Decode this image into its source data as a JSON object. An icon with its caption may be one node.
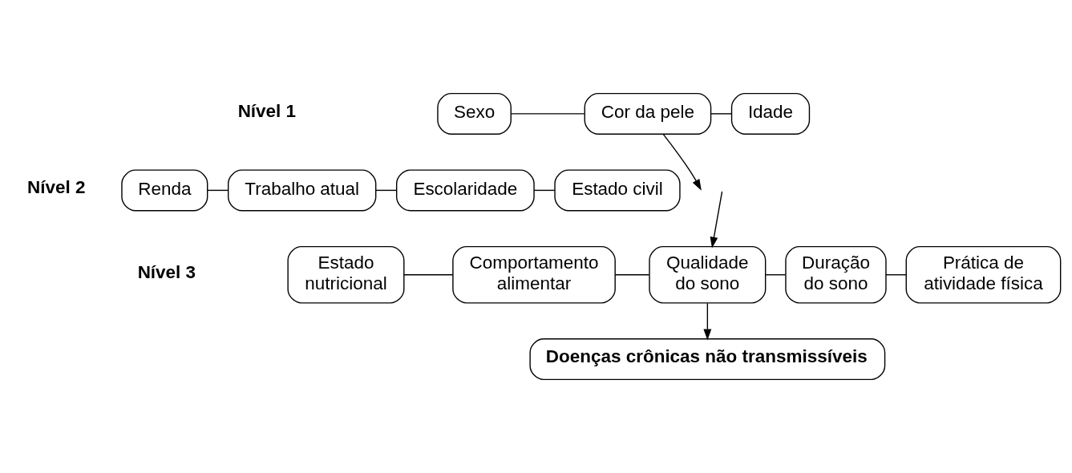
{
  "diagram": {
    "nodes": [
      {
        "text": [
          "Sexo"
        ]
      },
      {
        "text": [
          "Cor da pele"
        ]
      },
      {
        "text": [
          "Idade"
        ]
      },
      {
        "text": [
          "Renda"
        ]
      },
      {
        "text": [
          "Trabalho atual"
        ]
      },
      {
        "text": [
          "Escolaridade"
        ]
      },
      {
        "text": [
          "Estado civil"
        ]
      },
      {
        "text": [
          "Estado nutricional"
        ]
      },
      {
        "text": [
          "Comportamento alimentar"
        ]
      },
      {
        "text": [
          "Qualidade do sono"
        ]
      },
      {
        "text": [
          "Duração do sono"
        ]
      },
      {
        "text": [
          "Prática de atividade física"
        ]
      },
      {
        "text": [
          "Doenças crônicas não transmissíveis"
        ]
      }
    ],
    "edges": [
      {
        "from": 0,
        "to": 1,
        "arrow": "none"
      },
      {
        "from": 1,
        "to": 2,
        "arrow": "none"
      },
      {
        "from": 1,
        "to": null,
        "arrow": "to"
      },
      {
        "from": 3,
        "to": 4,
        "arrow": "none"
      },
      {
        "from": 4,
        "to": 5,
        "arrow": "none"
      },
      {
        "from": 5,
        "to": 6,
        "arrow": "none"
      },
      {
        "from": null,
        "to": 9,
        "arrow": "to"
      },
      {
        "from": 7,
        "to": 8,
        "arrow": "none"
      },
      {
        "from": 8,
        "to": 9,
        "arrow": "none"
      },
      {
        "from": 9,
        "to": 10,
        "arrow": "none"
      },
      {
        "from": 10,
        "to": 11,
        "arrow": "none"
      },
      {
        "from": 9,
        "to": 12,
        "arrow": "to"
      }
    ],
    "labels": [
      "Nível 1",
      "Nível 2",
      "Nível 3"
    ]
  }
}
